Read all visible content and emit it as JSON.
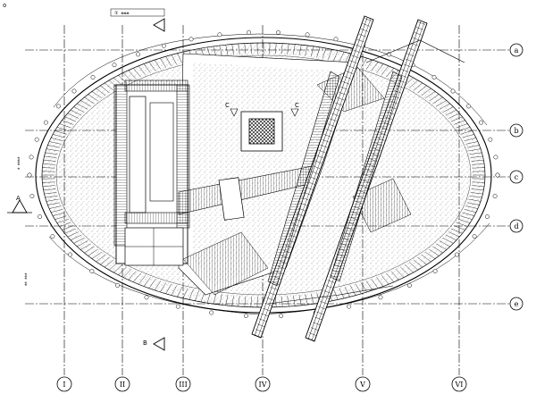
{
  "grid": {
    "columns": [
      "I",
      "II",
      "III",
      "IV",
      "V",
      "VI"
    ],
    "rows": [
      "a",
      "b",
      "c",
      "d",
      "e"
    ]
  },
  "sections": {
    "a_left": "A",
    "b_bottom": "B",
    "c_left": "C",
    "c_right": "C"
  },
  "corner_mark": "o",
  "dims": {
    "top_note": "① ±±±",
    "left_vertical": "± ±±±±",
    "left_level": "±± ±±±"
  }
}
